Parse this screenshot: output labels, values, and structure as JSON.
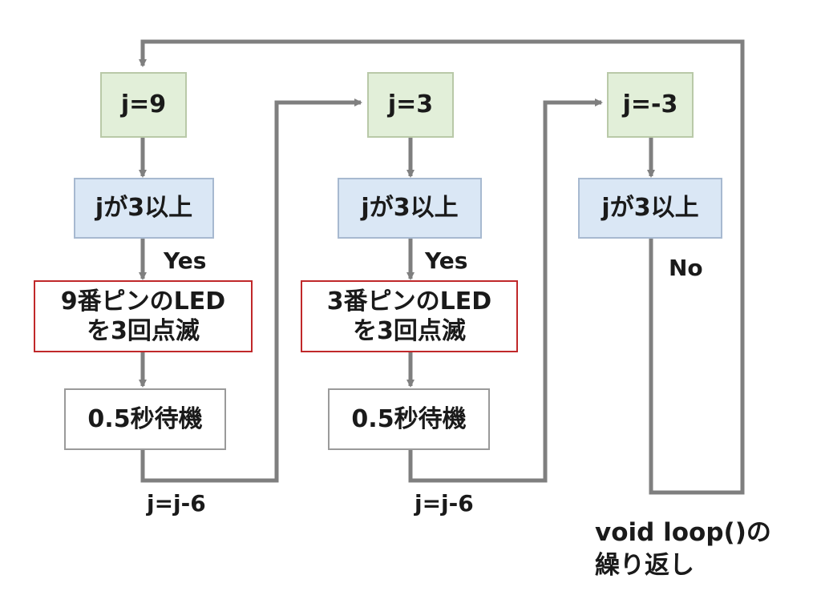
{
  "columns": [
    {
      "init": "j=9",
      "condition": "jが3以上",
      "branch": "Yes",
      "action_line1": "9番ピンのLED",
      "action_line2": "を3回点滅",
      "wait": "0.5秒待機",
      "update": "j=j-6"
    },
    {
      "init": "j=3",
      "condition": "jが3以上",
      "branch": "Yes",
      "action_line1": "3番ピンのLED",
      "action_line2": "を3回点滅",
      "wait": "0.5秒待機",
      "update": "j=j-6"
    },
    {
      "init": "j=-3",
      "condition": "jが3以上",
      "branch": "No"
    }
  ],
  "loop_note": {
    "line1": "void loop()の",
    "line2": "繰り返し"
  },
  "colors": {
    "arrow": "#7f7f7f",
    "init_fill": "#e2efd9",
    "condition_fill": "#dae7f5",
    "action_border": "#c0282a"
  }
}
